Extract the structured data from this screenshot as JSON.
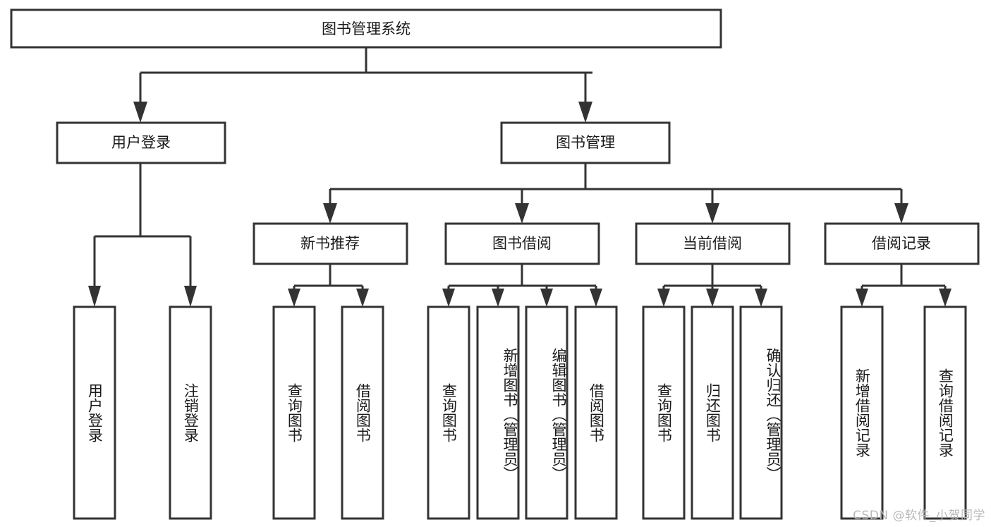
{
  "diagram": {
    "title": "图书管理系统",
    "type": "tree-hierarchy",
    "orientation": "top-down",
    "colors": {
      "stroke": "#333333",
      "fill": "#ffffff",
      "text": "#1a1a1a",
      "watermark": "#b9b9b9"
    },
    "root": {
      "label": "图书管理系统"
    },
    "level2": [
      {
        "id": "user-login",
        "label": "用户登录"
      },
      {
        "id": "book-management",
        "label": "图书管理"
      }
    ],
    "level3": [
      {
        "id": "new-book-recommend",
        "label": "新书推荐",
        "parent": "book-management"
      },
      {
        "id": "book-borrow",
        "label": "图书借阅",
        "parent": "book-management"
      },
      {
        "id": "current-borrow",
        "label": "当前借阅",
        "parent": "book-management"
      },
      {
        "id": "borrow-record",
        "label": "借阅记录",
        "parent": "book-management"
      }
    ],
    "leaves": [
      {
        "id": "leaf-user-login",
        "label": "用户登录",
        "parent": "user-login"
      },
      {
        "id": "leaf-user-logout",
        "label": "注销登录",
        "parent": "user-login"
      },
      {
        "id": "leaf-query-book-1",
        "label": "查询图书",
        "parent": "new-book-recommend"
      },
      {
        "id": "leaf-borrow-book-1",
        "label": "借阅图书",
        "parent": "new-book-recommend"
      },
      {
        "id": "leaf-query-book-2",
        "label": "查询图书",
        "parent": "book-borrow"
      },
      {
        "id": "leaf-add-book",
        "label": "新增图书（管理员）",
        "parent": "book-borrow"
      },
      {
        "id": "leaf-edit-book",
        "label": "编辑图书（管理员）",
        "parent": "book-borrow"
      },
      {
        "id": "leaf-borrow-book-2",
        "label": "借阅图书",
        "parent": "book-borrow"
      },
      {
        "id": "leaf-query-book-3",
        "label": "查询图书",
        "parent": "current-borrow"
      },
      {
        "id": "leaf-return-book",
        "label": "归还图书",
        "parent": "current-borrow"
      },
      {
        "id": "leaf-confirm-return",
        "label": "确认归还（管理员）",
        "parent": "current-borrow"
      },
      {
        "id": "leaf-add-record",
        "label": "新增借阅记录",
        "parent": "borrow-record"
      },
      {
        "id": "leaf-query-record",
        "label": "查询借阅记录",
        "parent": "borrow-record"
      }
    ]
  },
  "watermark": {
    "text": "CSDN @软件_小贺同学"
  }
}
